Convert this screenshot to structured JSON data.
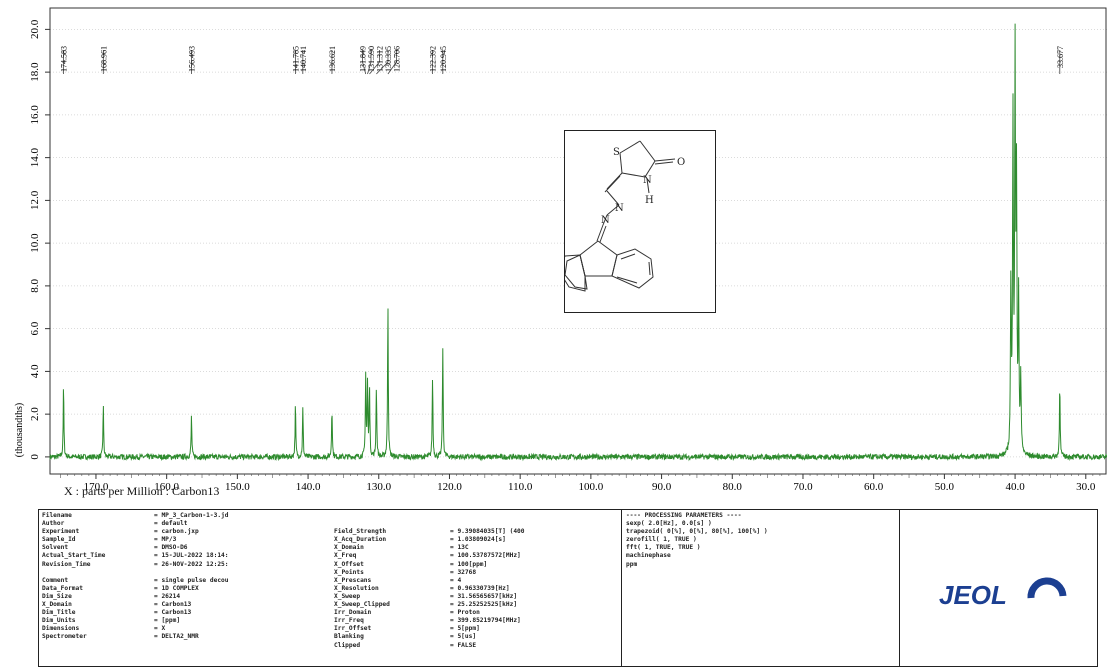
{
  "chart_data": {
    "type": "line",
    "title": "",
    "xlabel": "X : parts per Million : Carbon13",
    "ylabel": "(thousandths)",
    "xlim": [
      176.5,
      27.0
    ],
    "ylim": [
      -0.8,
      21.0
    ],
    "x_ticks": [
      170.0,
      160.0,
      150.0,
      140.0,
      130.0,
      120.0,
      110.0,
      100.0,
      90.0,
      80.0,
      70.0,
      60.0,
      50.0,
      40.0,
      30.0
    ],
    "x_tick_labels": [
      "170.0",
      "160.0",
      "150.0",
      "140.0",
      "130.0",
      "120.0",
      "110.0",
      "100.0",
      "90.0",
      "80.0",
      "70.0",
      "60.0",
      "50.0",
      "40.0",
      "30.0"
    ],
    "y_ticks": [
      0,
      2.0,
      4.0,
      6.0,
      8.0,
      10.0,
      12.0,
      14.0,
      16.0,
      18.0,
      20.0
    ],
    "y_tick_labels": [
      "0",
      "2.0",
      "4.0",
      "6.0",
      "8.0",
      "10.0",
      "12.0",
      "14.0",
      "16.0",
      "18.0",
      "20.0"
    ],
    "series_color": "#2e8b2e",
    "peaks": [
      {
        "ppm": 174.583,
        "height": 3.3
      },
      {
        "ppm": 168.961,
        "height": 2.4
      },
      {
        "ppm": 156.493,
        "height": 1.9
      },
      {
        "ppm": 141.785,
        "height": 2.4
      },
      {
        "ppm": 140.741,
        "height": 2.3
      },
      {
        "ppm": 136.621,
        "height": 2.3
      },
      {
        "ppm": 131.849,
        "height": 3.8
      },
      {
        "ppm": 131.59,
        "height": 3.4
      },
      {
        "ppm": 131.312,
        "height": 3.3
      },
      {
        "ppm": 130.335,
        "height": 3.4
      },
      {
        "ppm": 128.706,
        "height": 7.1
      },
      {
        "ppm": 122.392,
        "height": 3.7
      },
      {
        "ppm": 120.945,
        "height": 5.2
      },
      {
        "ppm": 40.6,
        "height": 7.5
      },
      {
        "ppm": 40.3,
        "height": 15.5
      },
      {
        "ppm": 40.0,
        "height": 17.8
      },
      {
        "ppm": 39.8,
        "height": 12.0
      },
      {
        "ppm": 39.5,
        "height": 7.0
      },
      {
        "ppm": 39.2,
        "height": 3.5
      },
      {
        "ppm": 33.677,
        "height": 3.5
      }
    ],
    "peak_labels": [
      "174.583",
      "168.961",
      "156.493",
      "141.785",
      "140.741",
      "136.621",
      "131.849",
      "131.590",
      "131.312",
      "130.335",
      "128.706",
      "122.392",
      "120.945",
      "33.677"
    ],
    "peak_label_ppm": [
      174.583,
      168.961,
      156.493,
      141.785,
      140.741,
      136.621,
      131.849,
      131.59,
      131.312,
      130.335,
      128.706,
      122.392,
      120.945,
      33.677
    ],
    "peak_label_slot": [
      174.583,
      168.961,
      156.493,
      141.785,
      140.741,
      136.621,
      132.3,
      131.1,
      129.9,
      128.7,
      127.5,
      122.392,
      120.945,
      33.677
    ]
  },
  "params": {
    "col1": [
      [
        "Filename",
        "= MP_3_Carbon-1-3.jd"
      ],
      [
        "Author",
        "= default"
      ],
      [
        "Experiment",
        "= carbon.jxp"
      ],
      [
        "Sample_Id",
        "= MP/3"
      ],
      [
        "Solvent",
        "= DMSO-D6"
      ],
      [
        "Actual_Start_Time",
        "= 15-JUL-2022 18:14:"
      ],
      [
        "Revision_Time",
        "= 26-NOV-2022 12:25:"
      ],
      [
        "",
        ""
      ],
      [
        "Comment",
        "= single pulse decou"
      ],
      [
        "Data_Format",
        "= 1D COMPLEX"
      ],
      [
        "Dim_Size",
        "= 26214"
      ],
      [
        "X_Domain",
        "= Carbon13"
      ],
      [
        "Dim_Title",
        "= Carbon13"
      ],
      [
        "Dim_Units",
        "= [ppm]"
      ],
      [
        "Dimensions",
        "= X"
      ],
      [
        "Spectrometer",
        "= DELTA2_NMR"
      ]
    ],
    "col2": [
      [
        "",
        ""
      ],
      [
        "",
        ""
      ],
      [
        "Field_Strength",
        "= 9.39084035[T] (400"
      ],
      [
        "X_Acq_Duration",
        "= 1.03809024[s]"
      ],
      [
        "X_Domain",
        "= 13C"
      ],
      [
        "X_Freq",
        "= 100.53787572[MHz]"
      ],
      [
        "X_Offset",
        "= 100[ppm]"
      ],
      [
        "X_Points",
        "= 32768"
      ],
      [
        "X_Prescans",
        "= 4"
      ],
      [
        "X_Resolution",
        "= 0.96330739[Hz]"
      ],
      [
        "X_Sweep",
        "= 31.56565657[kHz]"
      ],
      [
        "X_Sweep_Clipped",
        "= 25.25252525[kHz]"
      ],
      [
        "Irr_Domain",
        "= Proton"
      ],
      [
        "Irr_Freq",
        "= 399.85219794[MHz]"
      ],
      [
        "Irr_Offset",
        "= 5[ppm]"
      ],
      [
        "Blanking",
        "= 5[us]"
      ],
      [
        "Clipped",
        "= FALSE"
      ]
    ],
    "col3": [
      "---- PROCESSING PARAMETERS ----",
      "sexp( 2.0[Hz], 0.0[s] )",
      "trapezoid( 0[%], 0[%], 80[%], 100[%] )",
      "zerofill( 1, TRUE )",
      "fft( 1, TRUE, TRUE )",
      "machinephase",
      "ppm"
    ],
    "logo_text": "JEOL"
  },
  "structure": {
    "atom_S": "S",
    "atom_N1": "N",
    "atom_N2": "N",
    "atom_N3": "N",
    "atom_H": "H",
    "atom_O": "O"
  }
}
